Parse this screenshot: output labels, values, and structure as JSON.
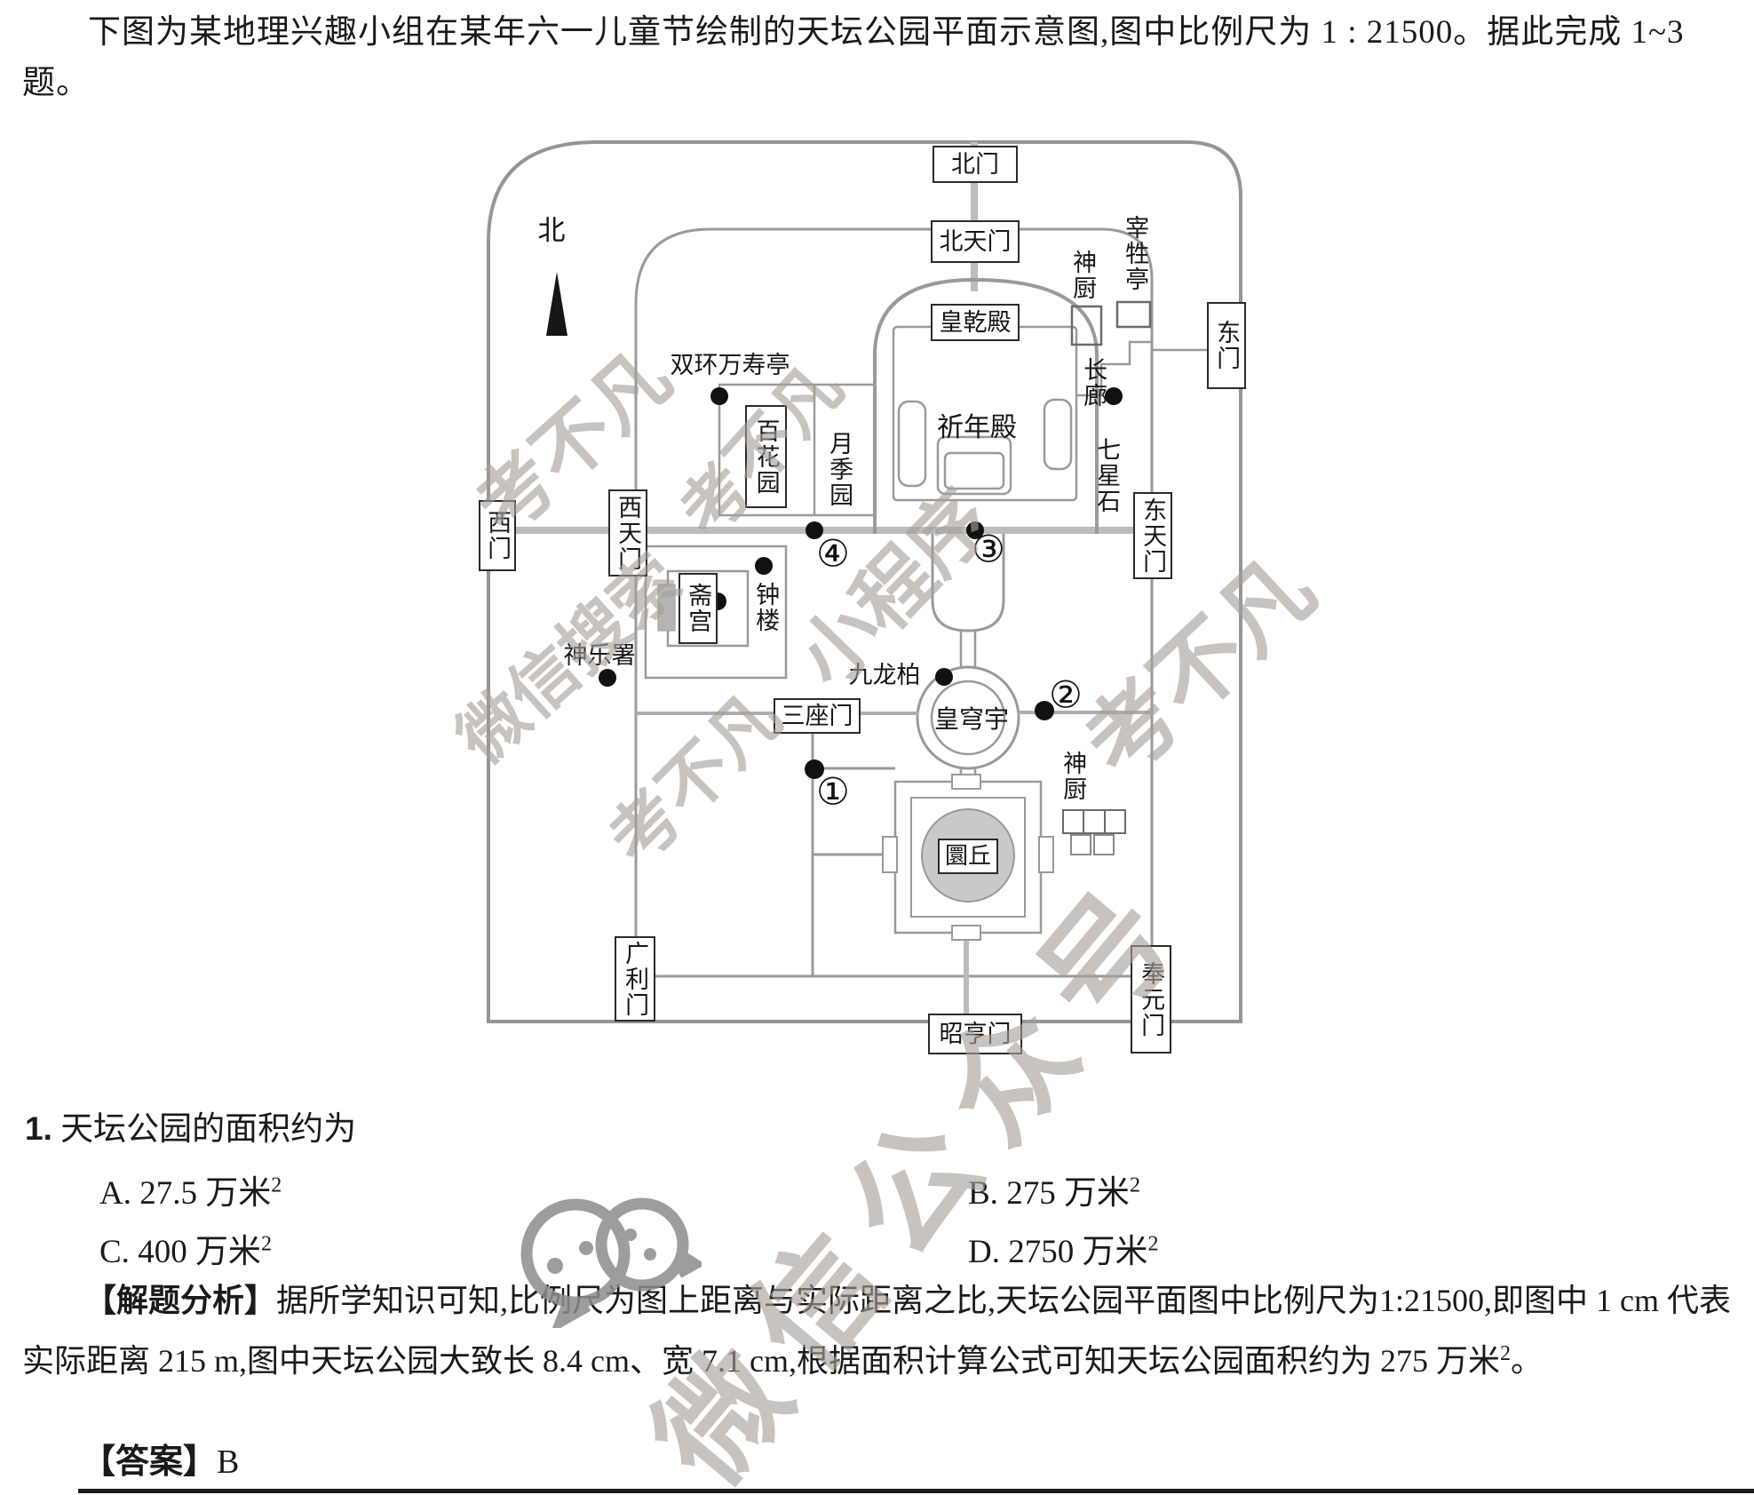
{
  "intro": {
    "text": "下图为某地理兴趣小组在某年六一儿童节绘制的天坛公园平面示意图,图中比例尺为 1 : 21500。据此完成 1~3 题。"
  },
  "map": {
    "compass_label": "北",
    "labels": {
      "north_gate": "北门",
      "north_heaven_gate": "北天门",
      "huangqian_hall": "皇乾殿",
      "qinian_hall": "祈年殿",
      "slaughter_pavilion": "宰牲亭",
      "divine_kitchen_north": "神厨",
      "east_gate": "东门",
      "long_corridor": "长廊",
      "seven_star_stones": "七星石",
      "east_heaven_gate": "东天门",
      "shuanghuan_pavilion": "双环万寿亭",
      "hundred_flower_garden": "百花园",
      "rose_garden": "月季园",
      "west_gate": "西门",
      "west_heaven_gate": "西天门",
      "zhai_palace": "斋宫",
      "bell_tower": "钟楼",
      "divine_music_office": "神乐署",
      "three_arch_gate": "三座门",
      "nine_dragon_cypress": "九龙柏",
      "imperial_vault": "皇穹宇",
      "divine_kitchen_south": "神厨",
      "circular_mound": "圜丘",
      "guangli_gate": "广利门",
      "zhaoheng_gate": "昭亨门",
      "fengyuan_gate": "奉元门"
    },
    "points": {
      "p1": "①",
      "p2": "②",
      "p3": "③",
      "p4": "④"
    },
    "colors": {
      "wall": "#959595",
      "road": "#bcbcbc",
      "gray_fill": "#c9c9c9",
      "dot": "#111111"
    }
  },
  "watermarks": [
    {
      "text": "考不凡"
    },
    {
      "text": "考不凡"
    },
    {
      "text": "微信搜索"
    },
    {
      "text": "小程序"
    },
    {
      "text": "考不凡"
    },
    {
      "text": "考不凡"
    },
    {
      "text": "微信公众号"
    }
  ],
  "question": {
    "number": "1.",
    "stem": "天坛公园的面积约为",
    "options": [
      {
        "key": "A.",
        "text": "27.5 万米",
        "sup": "2"
      },
      {
        "key": "B.",
        "text": "275 万米",
        "sup": "2"
      },
      {
        "key": "C.",
        "text": "400 万米",
        "sup": "2"
      },
      {
        "key": "D.",
        "text": "2750 万米",
        "sup": "2"
      }
    ]
  },
  "analysis": {
    "tag": "【解题分析】",
    "body": "据所学知识可知,比例尺为图上距离与实际距离之比,天坛公园平面图中比例尺为1:21500,即图中 1 cm 代表实际距离 215 m,图中天坛公园大致长 8.4 cm、宽 7.1 cm,根据面积计算公式可知天坛公园面积约为 275 万米",
    "sup": "2",
    "tail": "。"
  },
  "answer": {
    "tag": "【答案】",
    "value": "B"
  }
}
